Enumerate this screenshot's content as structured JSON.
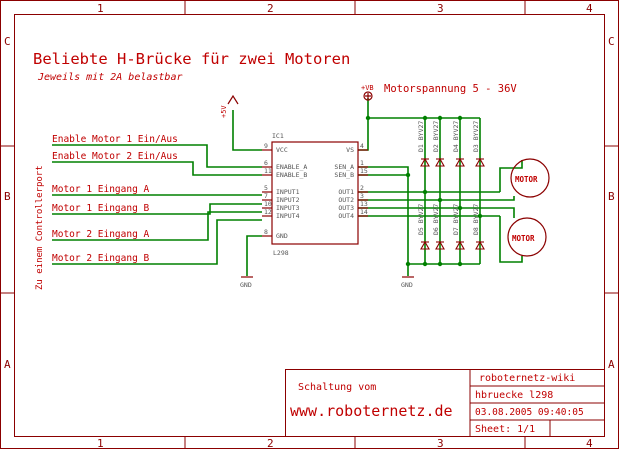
{
  "title": "Beliebte H-Brücke für zwei Motoren",
  "subtitle": "Jeweils mit 2A belastbar",
  "side_label": "Zu einem Controllerport",
  "supply": {
    "vb_label": "+VB",
    "motor_voltage": "Motorspannung 5 - 36V",
    "v5_label": "+5V"
  },
  "signals": [
    "Enable Motor 1 Ein/Aus",
    "Enable Motor 2 Ein/Aus",
    "Motor  1  Eingang A",
    "Motor 1 Eingang B",
    "Motor  2  Eingang A",
    "Motor 2 Eingang B"
  ],
  "ic": {
    "ref": "IC1",
    "name": "L298",
    "left_pins": [
      {
        "num": "9",
        "name": "VCC"
      },
      {
        "num": "6",
        "name": "ENABLE_A"
      },
      {
        "num": "11",
        "name": "ENABLE_B"
      },
      {
        "num": "5",
        "name": "INPUT1"
      },
      {
        "num": "7",
        "name": "INPUT2"
      },
      {
        "num": "10",
        "name": "INPUT3"
      },
      {
        "num": "12",
        "name": "INPUT4"
      },
      {
        "num": "8",
        "name": "GND"
      }
    ],
    "right_pins": [
      {
        "num": "4",
        "name": "VS"
      },
      {
        "num": "1",
        "name": "SEN_A"
      },
      {
        "num": "15",
        "name": "SEN_B"
      },
      {
        "num": "2",
        "name": "OUT1"
      },
      {
        "num": "3",
        "name": "OUT2"
      },
      {
        "num": "13",
        "name": "OUT3"
      },
      {
        "num": "14",
        "name": "OUT4"
      }
    ]
  },
  "gnd_label": "GND",
  "diodes_top": [
    {
      "ref": "D1",
      "type": "BYV27"
    },
    {
      "ref": "D2",
      "type": "BYV27"
    },
    {
      "ref": "D4",
      "type": "BYV27"
    },
    {
      "ref": "D3",
      "type": "BYV27"
    }
  ],
  "diodes_bottom": [
    {
      "ref": "D5",
      "type": "BYV27"
    },
    {
      "ref": "D6",
      "type": "BYV27"
    },
    {
      "ref": "D7",
      "type": "BYV27"
    },
    {
      "ref": "D8",
      "type": "BYV27"
    }
  ],
  "motor_label": "MOTOR",
  "frame": {
    "cols": [
      "1",
      "2",
      "3",
      "4"
    ],
    "rows": [
      "C",
      "B",
      "A"
    ]
  },
  "title_block": {
    "schaltung": "Schaltung vom",
    "website": "www.roboternetz.de",
    "org": "roboternetz-wiki",
    "file": "hbruecke l298",
    "date": "03.08.2005 09:40:05",
    "sheet": "Sheet: 1/1"
  },
  "colors": {
    "frame": "#8b0000",
    "text": "#c00000",
    "wire": "#008000",
    "part": "#8b0000"
  }
}
